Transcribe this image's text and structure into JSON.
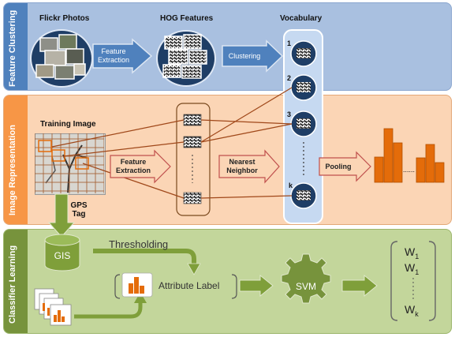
{
  "colors": {
    "panel_top_bg": "#a9c0e0",
    "panel_top_tab": "#4f81bd",
    "panel_mid_bg": "#fbd5b5",
    "panel_mid_tab": "#f79646",
    "panel_bot_bg": "#c3d69b",
    "panel_bot_tab": "#77933c",
    "vocab_column": "#c6d9f1",
    "orange_bar": "#e46c0a",
    "green_arrow": "#7f9f3a"
  },
  "panels": {
    "clustering": {
      "side_label": "Feature Clustering",
      "flickr_title": "Flickr Photos",
      "hog_title": "HOG Features",
      "vocab_title": "Vocabulary",
      "feature_extraction": "Feature\nExtraction",
      "clustering": "Clustering",
      "vocab_numbers": [
        "1",
        "2",
        "3",
        "k"
      ]
    },
    "representation": {
      "side_label": "Image Representation",
      "training_title": "Training Image",
      "feature_extraction": "Feature\nExtraction",
      "nearest_neighbor": "Nearest\nNeighbor",
      "pooling": "Pooling",
      "gps_tag": "GPS\nTag",
      "histogram_ellipsis": "......"
    },
    "classifier": {
      "side_label": "Classifier Learning",
      "gis": "GIS",
      "thresholding": "Thresholding",
      "attribute_label": "Attribute Label",
      "svm": "SVM",
      "weights": [
        "W",
        "W",
        "W"
      ],
      "weight_subs": [
        "1",
        "1",
        "k"
      ]
    }
  }
}
